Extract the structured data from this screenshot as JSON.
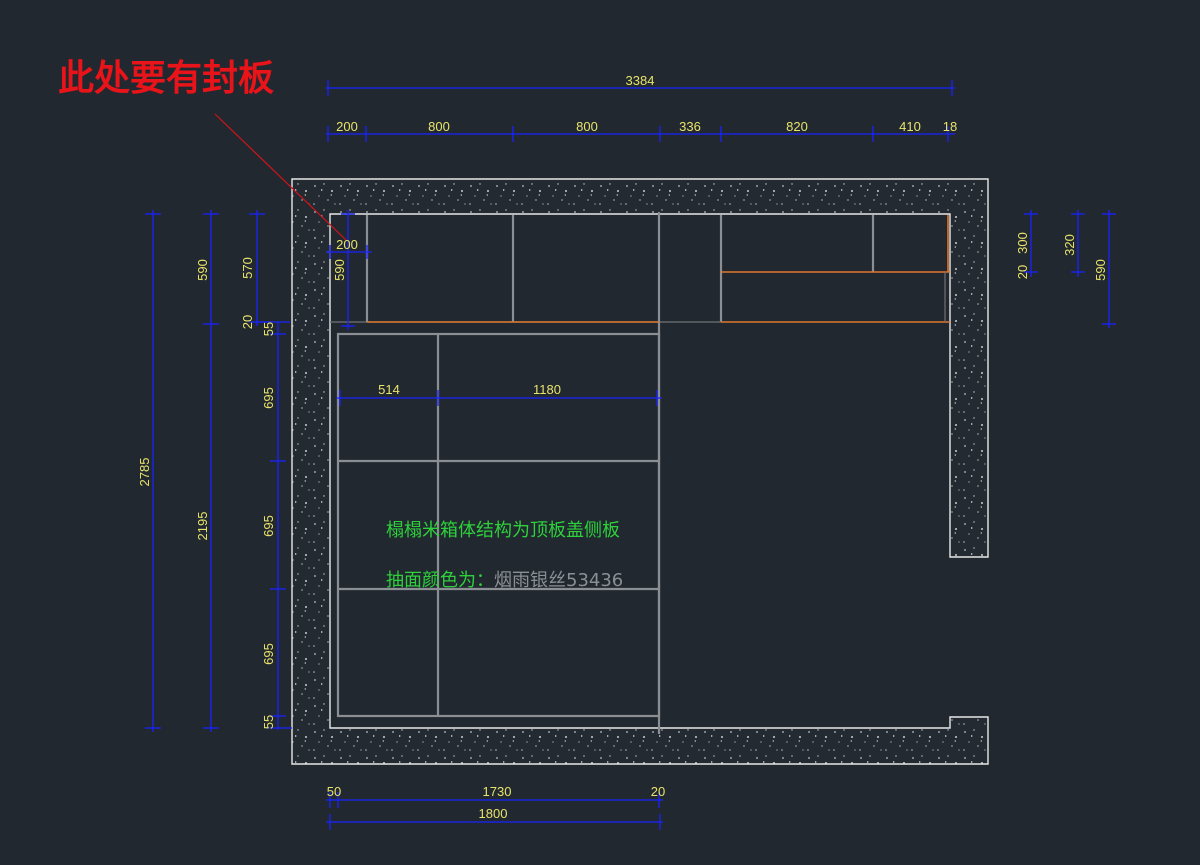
{
  "annotations": {
    "seal_note": "此处要有封板",
    "structure_note": "榻榻米箱体结构为顶板盖侧板",
    "drawer_color_label": "抽面颜色为：",
    "drawer_color_value": "烟雨银丝53436"
  },
  "dimensions": {
    "top_overall": "3384",
    "top_segments": [
      "200",
      "800",
      "800",
      "336",
      "820",
      "410",
      "18"
    ],
    "inner_small": [
      "200",
      "590"
    ],
    "left_outer": [
      "2785",
      "590",
      "2195",
      "570",
      "20"
    ],
    "left_rows": [
      "55",
      "695",
      "695",
      "695",
      "55"
    ],
    "middle_widths": [
      "514",
      "1180"
    ],
    "right_side": [
      "20",
      "300",
      "320",
      "590"
    ],
    "bottom_segments": [
      "50",
      "1730",
      "20"
    ],
    "bottom_overall": "1800"
  },
  "colors": {
    "background": "#212830",
    "dimension_line": "#1a22ff",
    "dimension_text": "#e8e36a",
    "wall_outline": "#e8e8e8",
    "shelf_edge": "#e0782c",
    "note_red": "#e8141a",
    "note_green": "#2ed13a"
  }
}
